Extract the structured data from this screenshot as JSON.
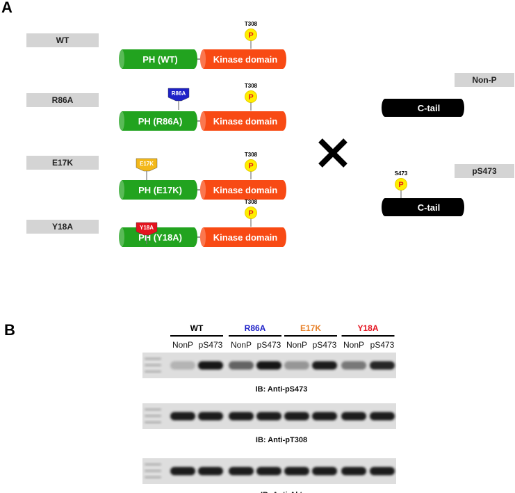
{
  "panel_a": {
    "label": "A",
    "constructs": [
      {
        "name": "WT",
        "ph_label": "PH (WT)",
        "mutation": "",
        "mut_color": ""
      },
      {
        "name": "R86A",
        "ph_label": "PH (R86A)",
        "mutation": "R86A",
        "mut_color": "#1f22c8"
      },
      {
        "name": "E17K",
        "ph_label": "PH (E17K)",
        "mutation": "E17K",
        "mut_color": "#f3b81a"
      },
      {
        "name": "Y18A",
        "ph_label": "PH (Y18A)",
        "mutation": "Y18A",
        "mut_color": "#e4131f"
      }
    ],
    "kinase_label": "Kinase domain",
    "phospho_site": "T308",
    "phospho_symbol": "P",
    "cross_symbol": "✕",
    "ctails": [
      {
        "name": "Non-P",
        "tail_label": "C-tail",
        "site": ""
      },
      {
        "name": "pS473",
        "tail_label": "C-tail",
        "site": "S473"
      }
    ],
    "colors": {
      "ph": "#22a31f",
      "kinase": "#f84a14",
      "label_box": "#d4d4d4",
      "tail": "#000000",
      "phospho": "#ffee00"
    }
  },
  "panel_b": {
    "label": "B",
    "groups": [
      {
        "name": "WT",
        "color": "#000000"
      },
      {
        "name": "R86A",
        "color": "#1f22c8"
      },
      {
        "name": "E17K",
        "color": "#e8822a"
      },
      {
        "name": "Y18A",
        "color": "#e4131f"
      }
    ],
    "lanes": [
      "NonP",
      "pS473",
      "NonP",
      "pS473",
      "NonP",
      "pS473",
      "NonP",
      "pS473"
    ],
    "blots": [
      {
        "caption": "IB: Anti-pS473",
        "intensities": [
          0.15,
          0.95,
          0.55,
          0.95,
          0.3,
          0.9,
          0.45,
          0.85
        ]
      },
      {
        "caption": "IB: Anti-pT308",
        "intensities": [
          0.9,
          0.9,
          0.9,
          0.9,
          0.9,
          0.9,
          0.9,
          0.9
        ]
      },
      {
        "caption": "IB: Anti-Akt",
        "intensities": [
          0.9,
          0.9,
          0.9,
          0.9,
          0.9,
          0.9,
          0.9,
          0.9
        ]
      }
    ]
  }
}
